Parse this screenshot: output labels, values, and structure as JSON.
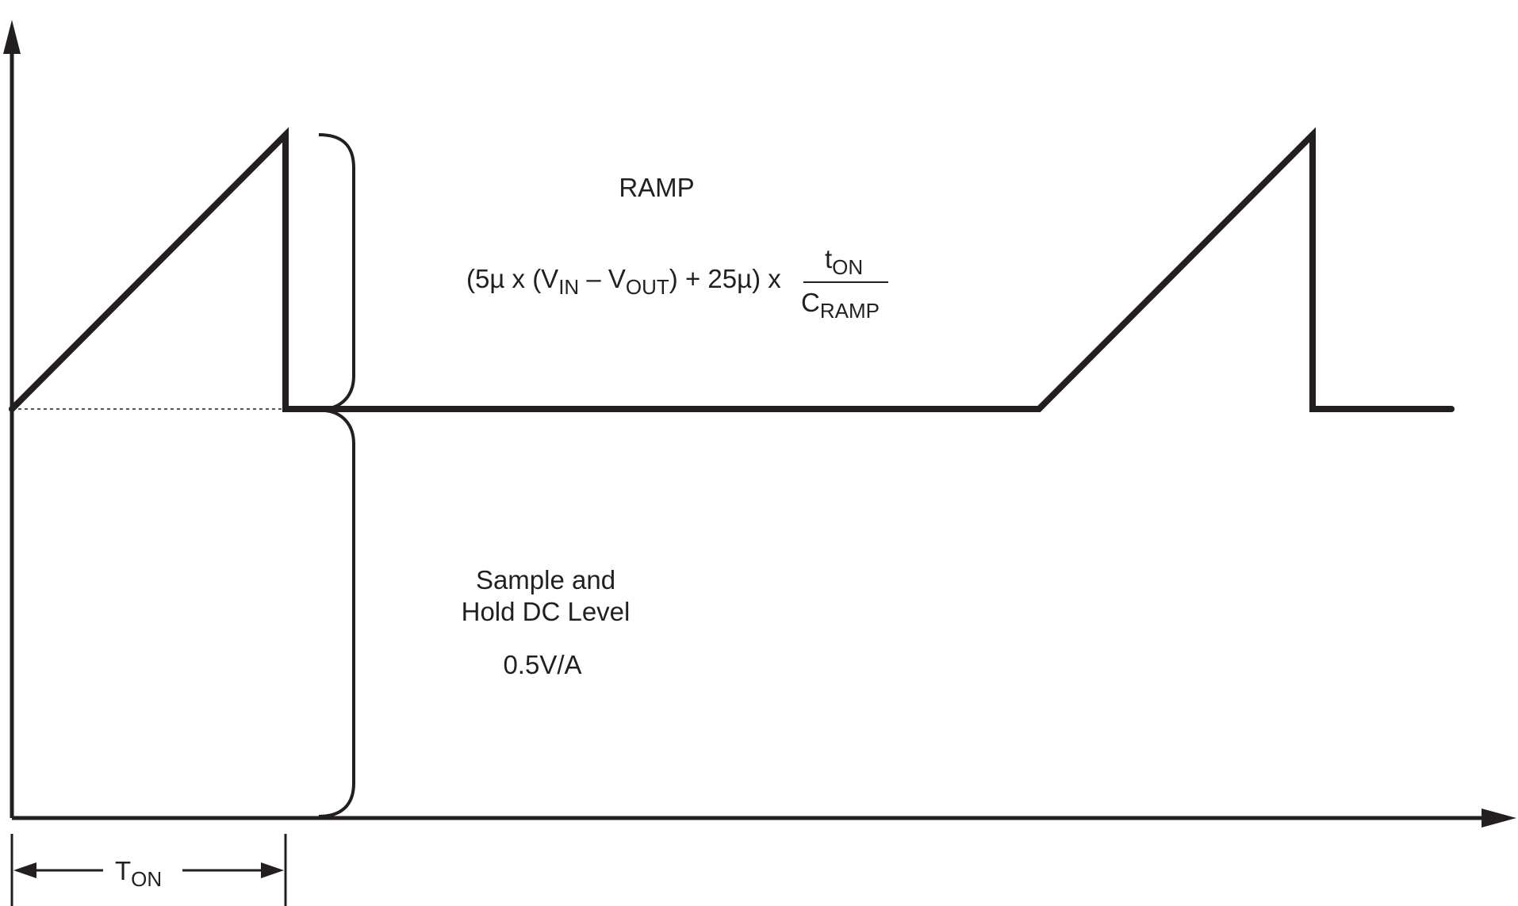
{
  "diagram": {
    "ramp_title": "RAMP",
    "formula": {
      "prefix": "(5µ x (V",
      "vin_sub": "IN",
      "minus": " – V",
      "vout_sub": "OUT",
      "suffix": ") + 25µ) x",
      "numerator": "t",
      "numerator_sub": "ON",
      "denominator": "C",
      "denominator_sub": "RAMP"
    },
    "sample_hold_line1": "Sample and",
    "sample_hold_line2": "Hold DC Level",
    "gain": "0.5V/A",
    "ton_label": "T",
    "ton_sub": "ON"
  },
  "colors": {
    "stroke": "#231f20",
    "background": "#ffffff"
  }
}
